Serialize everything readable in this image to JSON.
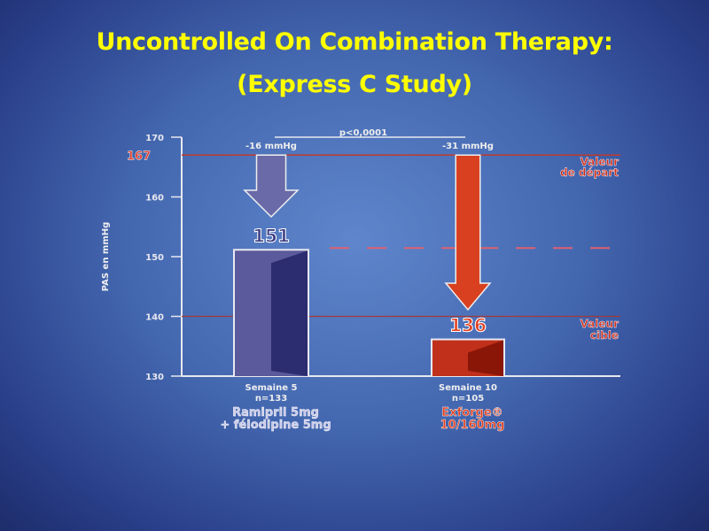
{
  "title": {
    "line1": "Uncontrolled On Combination Therapy:",
    "line2": "(Express C Study)"
  },
  "colors": {
    "title": "#ffff00",
    "bar1": "#5a5a9c",
    "bar1_dark": "#2c2c70",
    "bar2": "#c0301a",
    "bar2_dark": "#8a1608",
    "ref_line": "#c0392b",
    "axis": "#e8e8f0"
  },
  "chart_data": {
    "type": "bar",
    "ylabel": "PAS en mmHg",
    "ylim": [
      130,
      170
    ],
    "yticks": [
      130,
      140,
      150,
      160,
      170
    ],
    "baseline": {
      "value": 167,
      "label": "167",
      "text1": "Valeur",
      "text2": "de départ"
    },
    "target": {
      "value": 140,
      "text1": "Valeur",
      "text2": "cible"
    },
    "pvalue": "p<0,0001",
    "categories": [
      {
        "week": "Semaine 5",
        "n": "n=133",
        "treatment1": "Ramipril 5mg",
        "treatment2": "+ félodipine 5mg",
        "value": 151,
        "value_label": "151",
        "change": "-16 mmHg"
      },
      {
        "week": "Semaine 10",
        "n": "n=105",
        "treatment1": "Exforge®",
        "treatment2": "10/160mg",
        "value": 136,
        "value_label": "136",
        "change": "-31 mmHg"
      }
    ]
  }
}
